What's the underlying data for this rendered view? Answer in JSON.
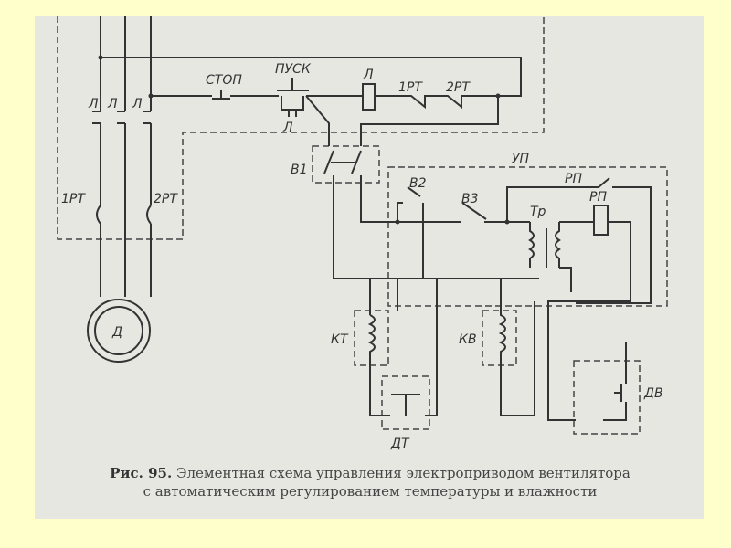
{
  "labels": {
    "l1": "Л",
    "l2": "Л",
    "l3": "Л",
    "stop": "СТОП",
    "pusk": "ПУСК",
    "l_coil": "Л",
    "l_contact": "Л",
    "rt1_top": "1РТ",
    "rt2_top": "2РТ",
    "v1": "В1",
    "up": "УП",
    "v2": "В2",
    "v3": "В3",
    "rp_contact": "РП",
    "rp_coil": "РП",
    "tr": "Тр",
    "rt1_left": "1РТ",
    "rt2_left": "2РТ",
    "motor": "Д",
    "kt": "КТ",
    "kv": "КВ",
    "dt": "ДТ",
    "dv": "ДВ"
  },
  "caption": {
    "prefix": "Рис. 95.",
    "line1": "Элементная схема управления электроприводом вентилятора",
    "line2": "с автоматическим регулированием температуры и влажности"
  }
}
